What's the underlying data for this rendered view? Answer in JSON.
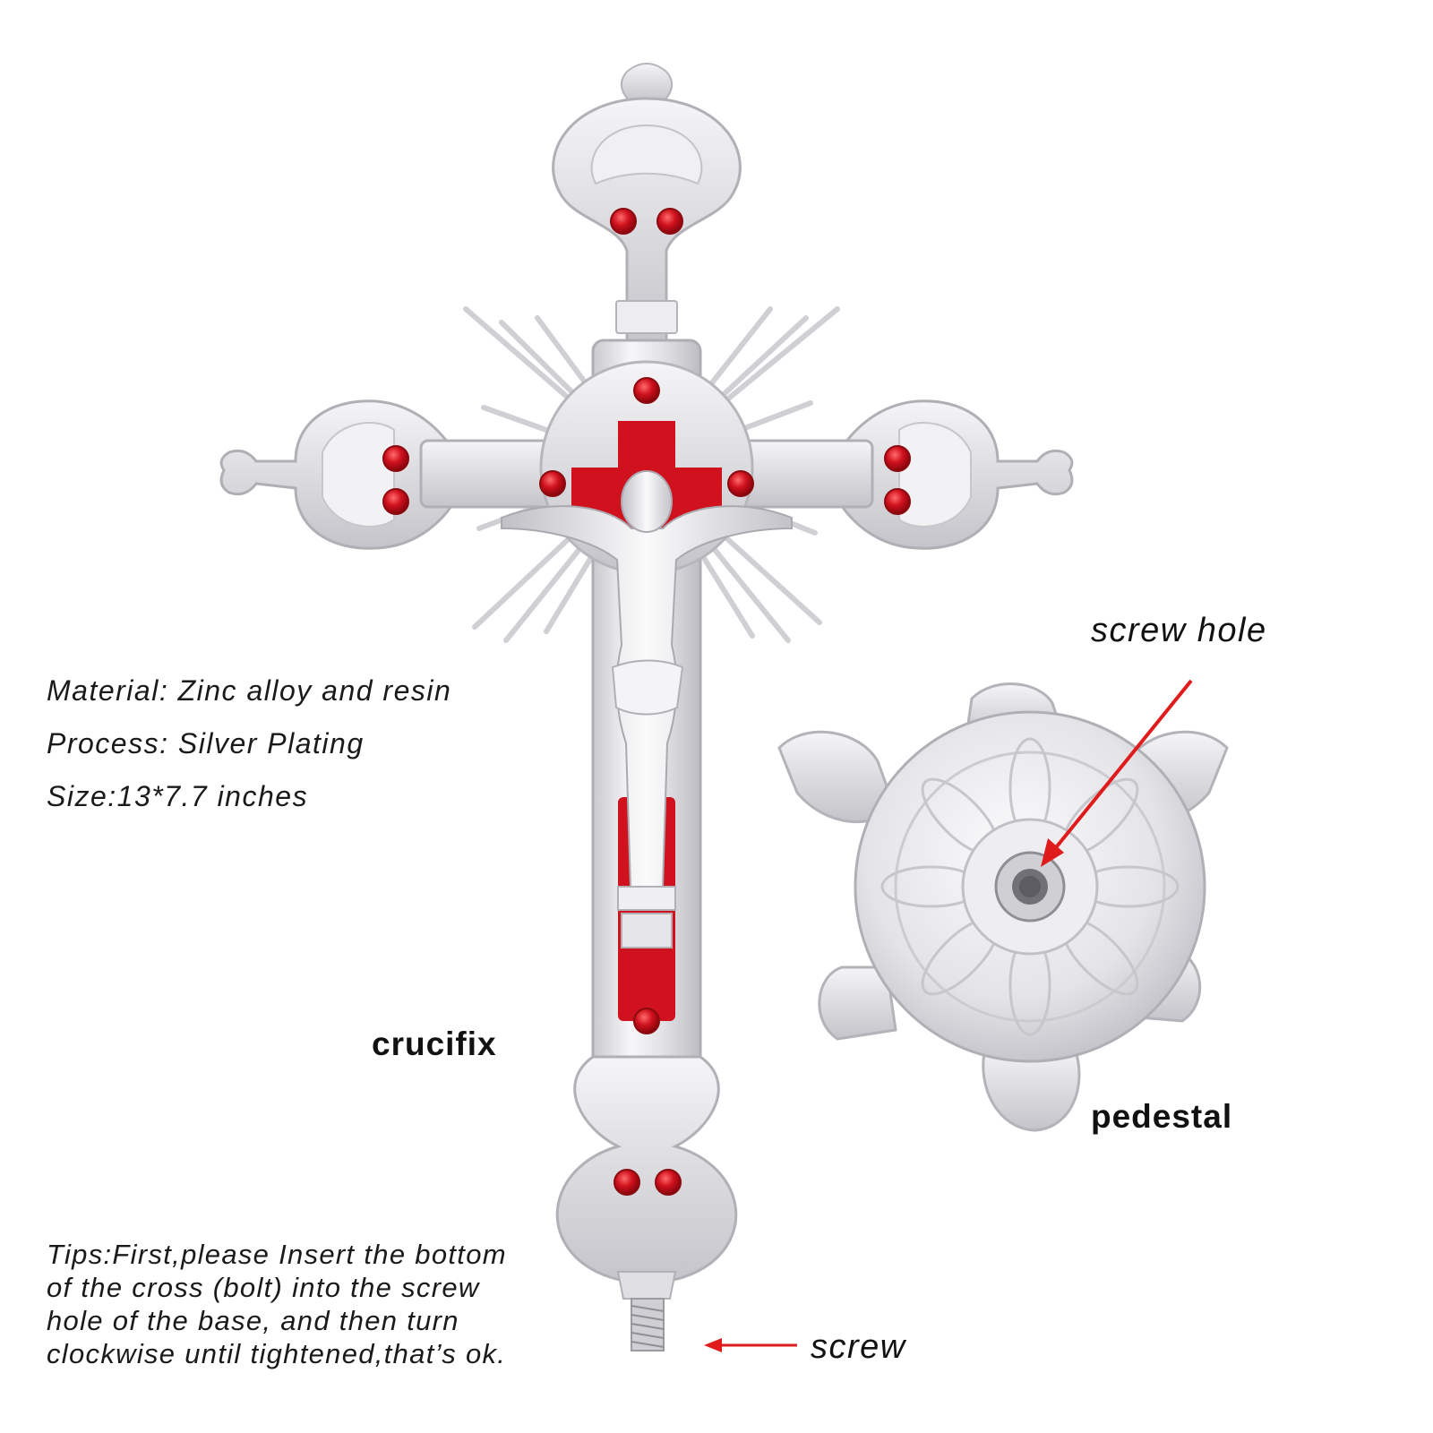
{
  "specs": {
    "material": "Material: Zinc alloy and resin",
    "process": "Process: Silver Plating",
    "size": "Size:13*7.7 inches"
  },
  "labels": {
    "crucifix": "crucifix",
    "pedestal": "pedestal",
    "screw_hole": "screw hole",
    "screw": "screw"
  },
  "tips": [
    "Tips:First,please Insert the bottom",
    "of the cross (bolt) into the screw",
    "hole of the base, and then turn",
    "clockwise until tightened,that’s ok."
  ],
  "colors": {
    "background": "#ffffff",
    "silver": "#e6e6e9",
    "inlay_red": "#d0121e",
    "gem_red": "#c8101c",
    "arrow_red": "#e01b1b",
    "text": "#1a1a1a"
  }
}
